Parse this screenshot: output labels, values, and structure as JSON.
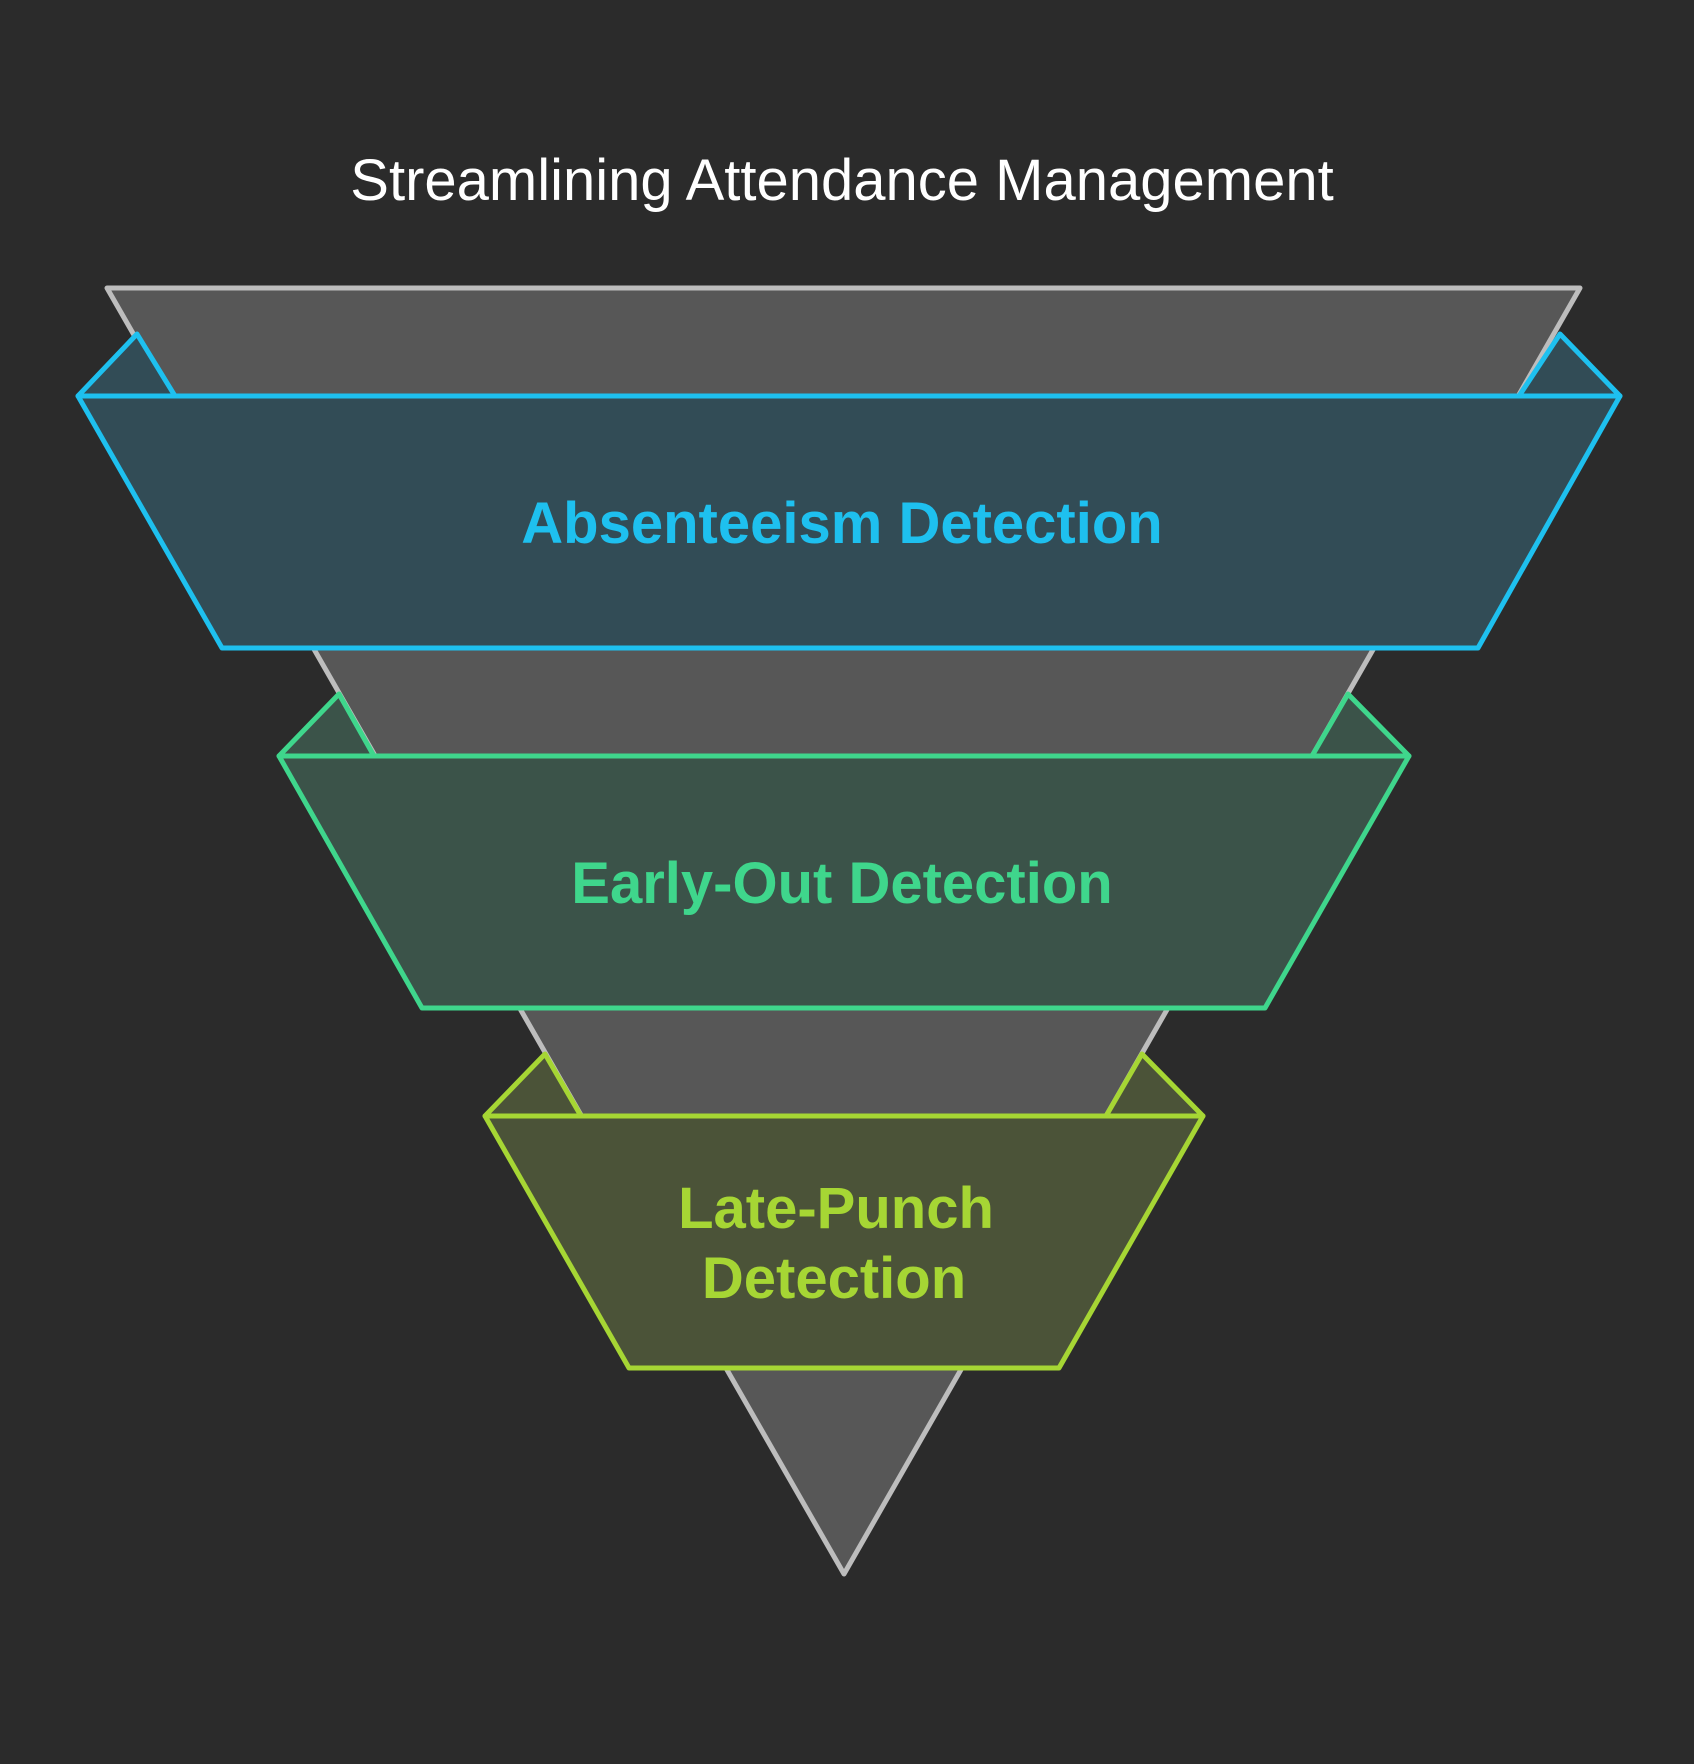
{
  "title": "Streamlining Attendance Management",
  "colors": {
    "background": "#2b2b2b",
    "funnel_fill": "#575757",
    "funnel_stroke": "#bdbdbd"
  },
  "stages": [
    {
      "lines": [
        "Absenteeism Detection"
      ],
      "stroke": "#1ec0ef",
      "fill": "#324c56"
    },
    {
      "lines": [
        "Early-Out Detection"
      ],
      "stroke": "#3fd68c",
      "fill": "#3b5349"
    },
    {
      "lines": [
        "Late-Punch",
        "Detection"
      ],
      "stroke": "#a6d634",
      "fill": "#4b5338"
    }
  ]
}
